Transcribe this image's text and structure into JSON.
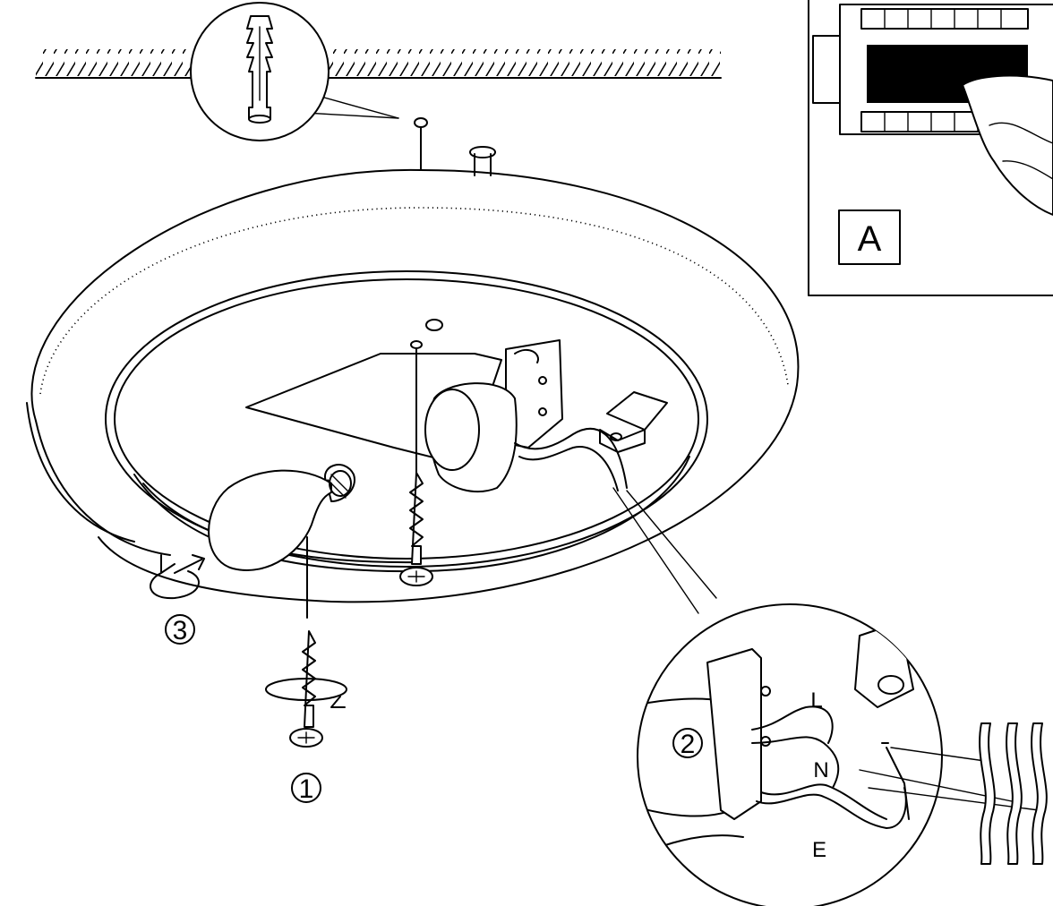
{
  "panel": {
    "label": "A"
  },
  "steps": {
    "step1": "1",
    "step2": "2",
    "step3": "3"
  },
  "wire_labels": {
    "live": "L",
    "neutral": "N",
    "earth": "E"
  }
}
